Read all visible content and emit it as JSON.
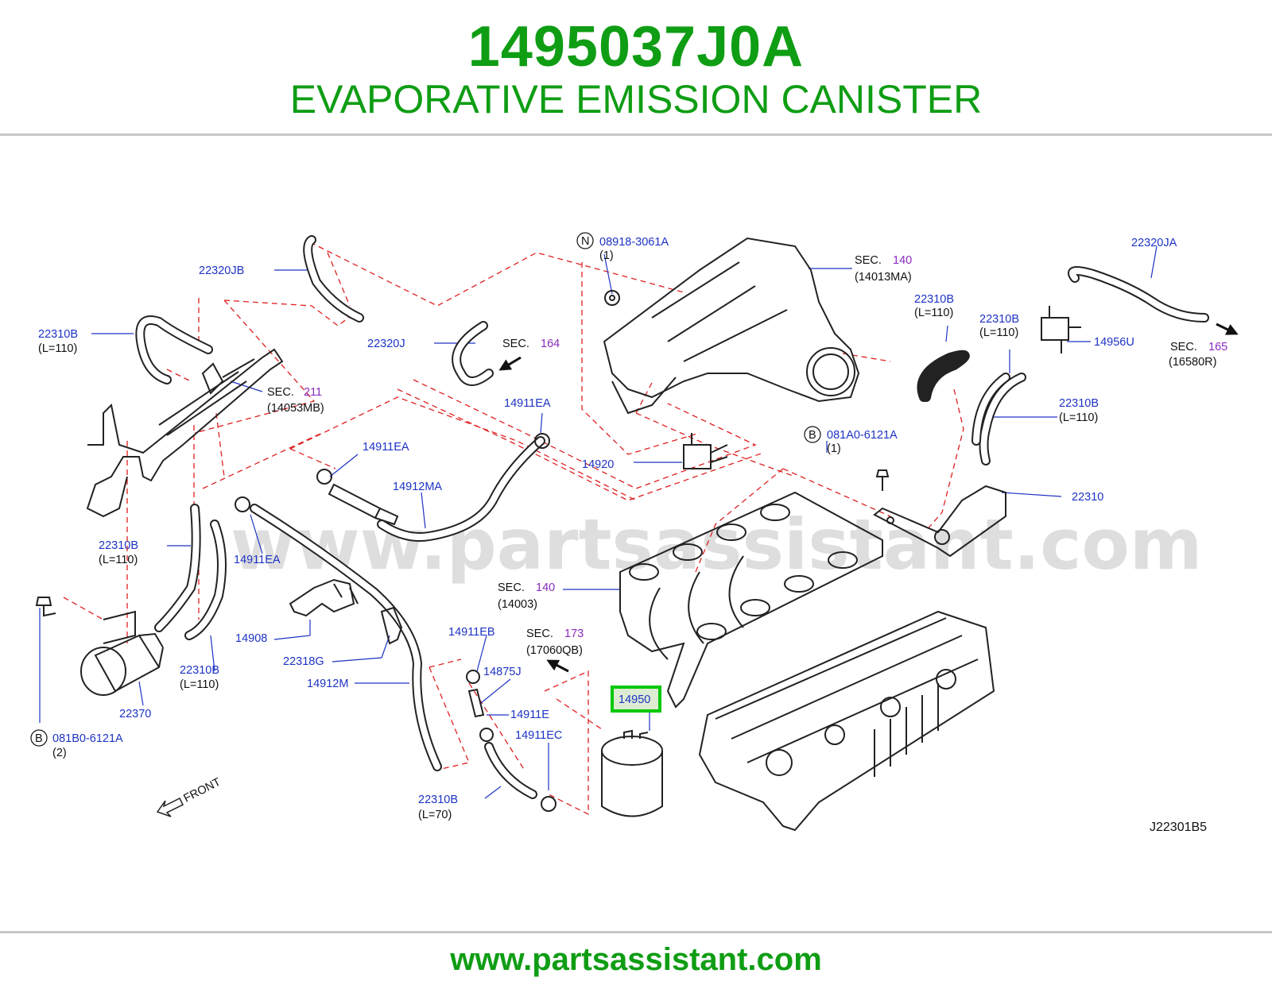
{
  "header": {
    "part_number": "1495037J0A",
    "part_name": "EVAPORATIVE EMISSION CANISTER"
  },
  "footer": {
    "url": "www.partsassistant.com"
  },
  "watermark": "www.partsassistant.com",
  "diagram_code": "J22301B5",
  "front_label": "FRONT",
  "highlight_color": "#00c800",
  "title_color": "#0f9d14",
  "labels": {
    "l22320JB": "22320JB",
    "l22310B_a": "22310B",
    "l22310B_a_len": "(L=110)",
    "l22320J": "22320J",
    "sec164": "SEC.",
    "sec164_num": "164",
    "sec211": "SEC.",
    "sec211_num": "211",
    "sec211_sub": "(14053MB)",
    "n_prefix": "N",
    "l08918": "08918-3061A",
    "l08918_qty": "(1)",
    "sec140a": "SEC.",
    "sec140a_num": "140",
    "sec140a_sub": "(14013MA)",
    "l22310B_b": "22310B",
    "l22310B_b_len": "(L=110)",
    "l22320JA": "22320JA",
    "l22310B_c": "22310B",
    "l22310B_c_len": "(L=110)",
    "l14956U": "14956U",
    "sec165": "SEC.",
    "sec165_num": "165",
    "sec165_sub": "(16580R)",
    "l14911EA_a": "14911EA",
    "l14911EA_b": "14911EA",
    "l14920": "14920",
    "b_prefix_a": "B",
    "l081A0": "081A0-6121A",
    "l081A0_qty": "(1)",
    "l22310B_d": "22310B",
    "l22310B_d_len": "(L=110)",
    "l14912MA": "14912MA",
    "l22310": "22310",
    "l22310B_e": "22310B",
    "l22310B_e_len": "(L=110)",
    "l14911EA_c": "14911EA",
    "sec140b": "SEC.",
    "sec140b_num": "140",
    "sec140b_sub": "(14003)",
    "l14908": "14908",
    "l22318G": "22318G",
    "l14911EB": "14911EB",
    "sec173": "SEC.",
    "sec173_num": "173",
    "sec173_sub": "(17060QB)",
    "l22310B_f": "22310B",
    "l22310B_f_len": "(L=110)",
    "l14875J": "14875J",
    "l14912M": "14912M",
    "l14950": "14950",
    "l22370": "22370",
    "l14911E": "14911E",
    "b_prefix_b": "B",
    "l081B0": "081B0-6121A",
    "l081B0_qty": "(2)",
    "l14911EC": "14911EC",
    "l22310B_g": "22310B",
    "l22310B_g_len": "(L=70)"
  }
}
